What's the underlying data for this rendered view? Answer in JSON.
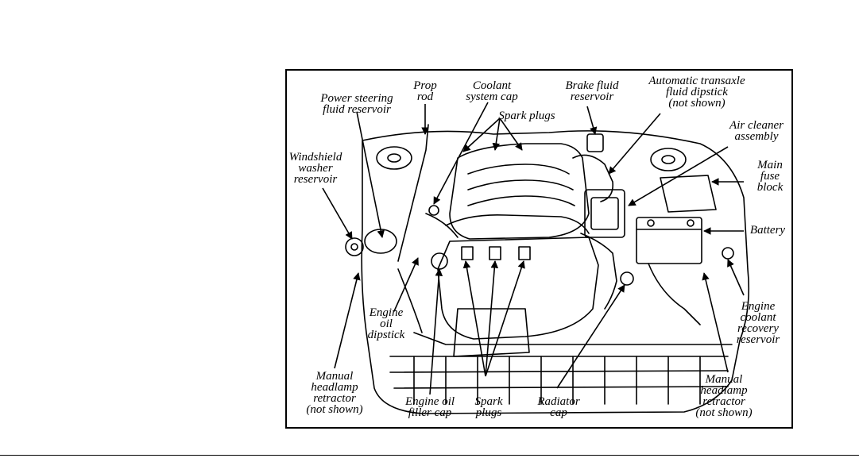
{
  "labels": {
    "power_steering": "Power steering\nfluid reservoir",
    "prop_rod": "Prop\nrod",
    "coolant_cap": "Coolant\nsystem cap",
    "brake_fluid": "Brake fluid\nreservoir",
    "transaxle": "Automatic transaxle\nfluid dipstick\n(not shown)",
    "spark_plugs_top": "Spark plugs",
    "air_cleaner": "Air cleaner\nassembly",
    "windshield": "Windshield\nwasher\nreservoir",
    "main_fuse": "Main\nfuse\nblock",
    "battery": "Battery",
    "engine_oil_dipstick": "Engine\noil\ndipstick",
    "engine_coolant": "Engine\ncoolant\nrecovery\nreservoir",
    "headlamp_left": "Manual\nheadlamp\nretractor\n(not shown)",
    "oil_filler": "Engine oil\nfiller cap",
    "spark_plugs_bottom": "Spark\nplugs",
    "radiator_cap": "Radiator\ncap",
    "headlamp_right": "Manual\nheadlamp\nretractor\n(not shown)"
  }
}
